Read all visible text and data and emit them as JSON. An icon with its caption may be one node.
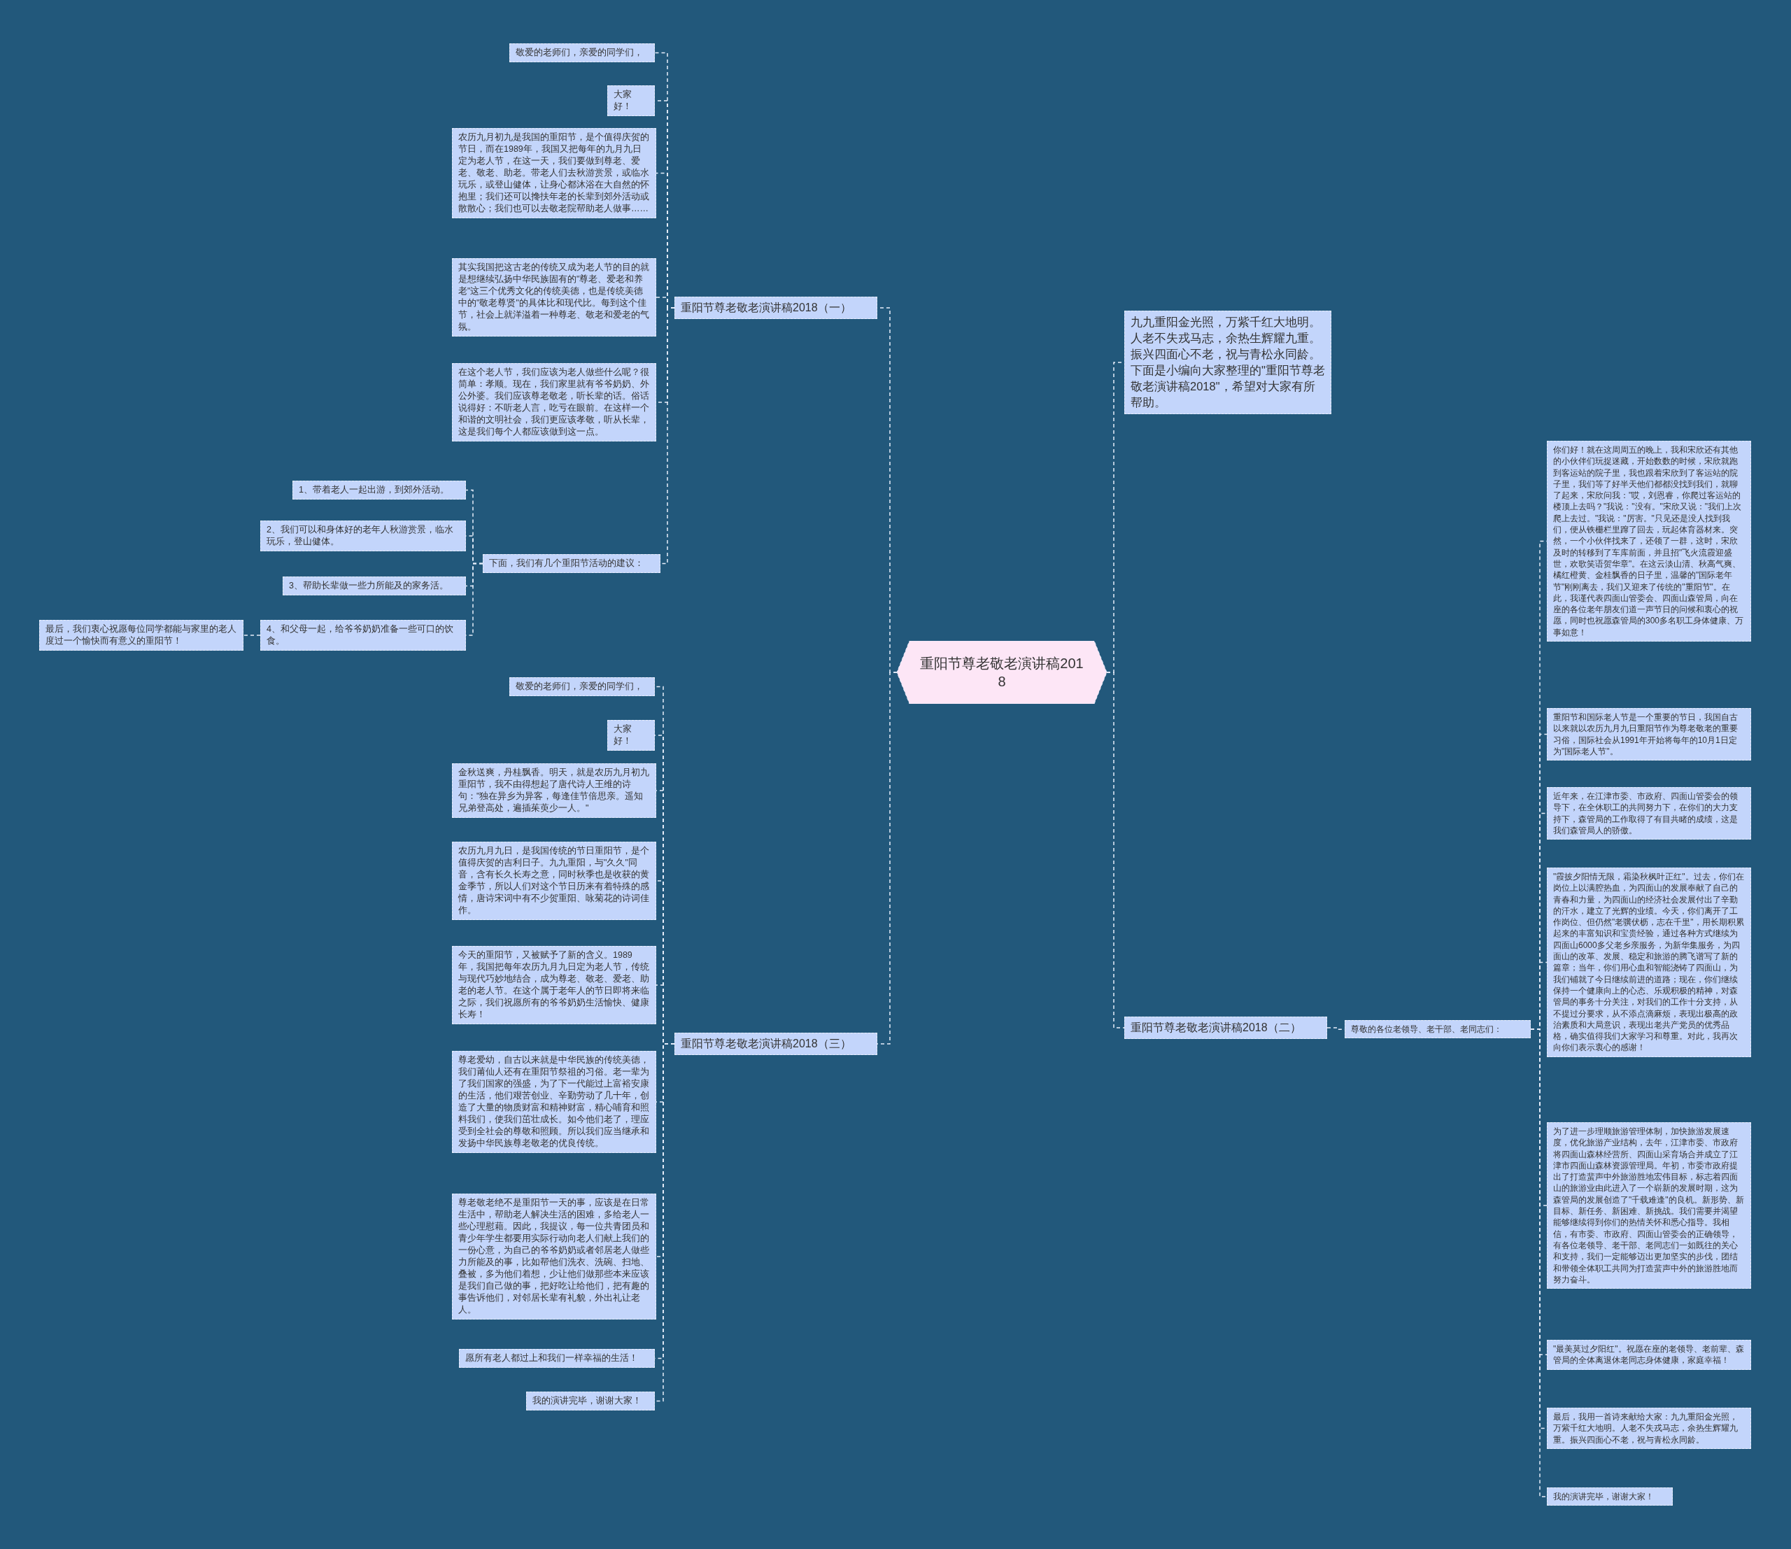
{
  "diagram": {
    "nodes": [
      {
        "text": [
          "重阳节尊老敬老演讲稿2018"
        ]
      },
      {
        "text": [
          "重阳节尊老敬老演讲稿2018（一）"
        ]
      },
      {
        "text": [
          "敬爱的老师们，亲爱的同学们，"
        ]
      },
      {
        "text": [
          "大家好！"
        ]
      },
      {
        "text": [
          "农历九月初九是我国的重阳节，是个值得庆贺的节日，而在1989年，我国又把每年的九月九日定为老人节，在这一天，我们要做到尊老、爱老、敬老、助老。带老人们去秋游赏景，或临水玩乐，或登山健体，让身心都沐浴在大自然的怀抱里；我们还可以搀扶年老的长辈到郊外活动或散散心；我们也可以去敬老院帮助老人做事……"
        ]
      },
      {
        "text": [
          "其实我国把这古老的传统又成为老人节的目的就是想继续弘扬中华民族固有的\"尊老、爱老和养老\"这三个优秀文化的传统美德，也是传统美德中的\"敬老尊贤\"的具体比和现代比。每到这个佳节，社会上就洋溢着一种尊老、敬老和爱老的气氛。"
        ]
      },
      {
        "text": [
          "在这个老人节，我们应该为老人做些什么呢？很简单：孝顺。现在，我们家里就有爷爷奶奶、外公外婆。我们应该尊老敬老，听长辈的话。俗话说得好：不听老人言，吃亏在眼前。在这样一个和谐的文明社会，我们更应该孝敬，听从长辈，这是我们每个人都应该做到这一点。"
        ]
      },
      {
        "text": [
          "下面，我们有几个重阳节活动的建议："
        ]
      },
      {
        "text": [
          "1、带着老人一起出游，到郊外活动。"
        ]
      },
      {
        "text": [
          "2、我们可以和身体好的老年人秋游赏景，临水玩乐，登山健体。"
        ]
      },
      {
        "text": [
          "3、帮助长辈做一些力所能及的家务活。"
        ]
      },
      {
        "text": [
          "4、和父母一起，给爷爷奶奶准备一些可口的饮食。"
        ]
      },
      {
        "text": [
          "最后，我们衷心祝愿每位同学都能与家里的老人度过一个愉快而有意义的重阳节！"
        ]
      },
      {
        "text": [
          "重阳节尊老敬老演讲稿2018（三）"
        ]
      },
      {
        "text": [
          "敬爱的老师们，亲爱的同学们，"
        ]
      },
      {
        "text": [
          "大家好！"
        ]
      },
      {
        "text": [
          "金秋送爽，丹桂飘香。明天，就是农历九月初九重阳节，我不由得想起了唐代诗人王维的诗句：\"独在异乡为异客，每逢佳节倍思亲。遥知兄弟登高处，遍插茱萸少一人。\""
        ]
      },
      {
        "text": [
          "农历九月九日，是我国传统的节日重阳节，是个值得庆贺的吉利日子。九九重阳，与\"久久\"同音，含有长久长寿之意，同时秋季也是收获的黄金季节，所以人们对这个节日历来有着特殊的感情，唐诗宋词中有不少贺重阳、咏菊花的诗词佳作。"
        ]
      },
      {
        "text": [
          "今天的重阳节，又被赋予了新的含义。1989年，我国把每年农历九月九日定为老人节，传统与现代巧妙地结合，成为尊老、敬老、爱老、助老的老人节。在这个属于老年人的节日即将来临之际，我们祝愿所有的爷爷奶奶生活愉快、健康长寿！"
        ]
      },
      {
        "text": [
          "尊老爱幼，自古以来就是中华民族的传统美德，我们莆仙人还有在重阳节祭祖的习俗。老一辈为了我们国家的强盛，为了下一代能过上富裕安康的生活，他们艰苦创业、辛勤劳动了几十年，创造了大量的物质财富和精神财富，精心哺育和照料我们，使我们茁壮成长。如今他们老了，理应受到全社会的尊敬和照顾。所以我们应当继承和发扬中华民族尊老敬老的优良传统。"
        ]
      },
      {
        "text": [
          "尊老敬老绝不是重阳节一天的事，应该是在日常生活中，帮助老人解决生活的困难，多给老人一些心理慰藉。因此，我提议，每一位共青团员和青少年学生都要用实际行动向老人们献上我们的一份心意，为自己的爷爷奶奶或者邻居老人做些力所能及的事，比如帮他们洗衣、洗碗、扫地、叠被，多为他们着想，少让他们做那些本来应该是我们自己做的事，把好吃让给他们，把有趣的事告诉他们，对邻居长辈有礼貌，外出礼让老人。"
        ]
      },
      {
        "text": [
          "愿所有老人都过上和我们一样幸福的生活！"
        ]
      },
      {
        "text": [
          "我的演讲完毕，谢谢大家！"
        ]
      },
      {
        "text": [
          "九九重阳金光照，万紫千红大地明。人老不失戎马志，余热生辉耀九重。振兴四面心不老，祝与青松永同龄。下面是小编向大家整理的\"重阳节尊老敬老演讲稿2018\"，希望对大家有所帮助。"
        ]
      },
      {
        "text": [
          "重阳节尊老敬老演讲稿2018（二）"
        ]
      },
      {
        "text": [
          "尊敬的各位老领导、老干部、老同志们："
        ]
      },
      {
        "text": [
          "你们好！就在这周周五的晚上，我和宋欣还有其他的小伙伴们玩捉迷藏，开始数数的时候，宋欣就跑到客运站的院子里，我也跟着宋欣到了客运站的院子里，我们等了好半天他们都都没找到我们，就聊了起来，宋欣问我：\"哎，刘恩睿，你爬过客运站的楼顶上去吗？\"我说：\"没有。\"宋欣又说：\"我们上次爬上去过。\"我说：\"厉害。\"只见还是没人找到我们，便从铁栅栏里蹿了回去，玩起体育器材来。突然，一个小伙伴找来了，还领了一群，这时，宋欣及时的转移到了车库前面，并且招\"飞火流霞迎盛世，欢歌笑语贺华章\"。在这云淡山清、秋高气爽、橘红橙黄、金桂飘香的日子里，温馨的\"国际老年节\"刚刚离去，我们又迎来了传统的\"重阳节\"。在此，我谨代表四面山管委会、四面山森管局，向在座的各位老年朋友们道一声节日的问候和衷心的祝愿，同时也祝愿森管局的300多名职工身体健康、万事如意！"
        ]
      },
      {
        "text": [
          "重阳节和国际老人节是一个重要的节日，我国自古以来就以农历九月九日重阳节作为尊老敬老的重要习俗，国际社会从1991年开始将每年的10月1日定为\"国际老人节\"。"
        ]
      },
      {
        "text": [
          "近年来，在江津市委、市政府、四面山管委会的领导下，在全休职工的共同努力下，在你们的大力支持下，森管局的工作取得了有目共睹的成绩，这是我们森管局人的骄傲。"
        ]
      },
      {
        "text": [
          "\"霞披夕阳情无限，霜染秋枫叶正红\"。过去，你们在岗位上以满腔热血，为四面山的发展奉献了自己的青春和力量，为四面山的经济社会发展付出了辛勤的汗水，建立了光辉的业绩。今天，你们离开了工作岗位、但仍然\"老骥伏枥，志在千里\"，用长期积累起来的丰富知识和宝贵经验，通过各种方式继续为四面山6000多父老乡亲服务，为新华集服务，为四面山的改革、发展、稳定和旅游的腾飞谱写了新的篇章；当年，你们用心血和智能浇铸了四面山，为我们铺就了今日继续前进的道路；现在，你们继续保持一个健康向上的心态、乐观积极的精神，对森管局的事务十分关注，对我们的工作十分支持，从不提过分要求，从不添点滴麻烦，表现出极高的政治素质和大局意识，表现出老共产党员的优秀品格，确实值得我们大家学习和尊重。对此，我再次向你们表示衷心的感谢！"
        ]
      },
      {
        "text": [
          "为了进一步理顺旅游管理体制，加快旅游发展速度，优化旅游产业结构，去年，江津市委、市政府将四面山森林经营所、四面山采育场合并成立了江津市四面山森林资源管理局。年初，市委市政府提出了打造蜚声中外旅游胜地宏伟目标，标志着四面山的旅游业由此进入了一个崭新的发展时期，这为森管局的发展创造了\"千载难逢\"的良机。新形势、新目标、新任务、新困难、新挑战。我们需要并渴望能够继续得到你们的热情关怀和悉心指导。我相信，有市委、市政府、四面山管委会的正确领导，有各位老领导、老干部、老同志们一如既往的关心和支持，我们一定能够迈出更加坚实的步伐，团结和带领全体职工共同为打造蜚声中外的旅游胜地而努力奋斗。"
        ]
      },
      {
        "text": [
          "\"最美莫过夕阳红\"。祝愿在座的老领导、老前辈、森管局的全体离退休老同志身体健康，家庭幸福！"
        ]
      },
      {
        "text": [
          "最后，我用一首诗来献给大家：九九重阳金光照，万紫千红大地明。人老不失戎马志，余热生辉耀九重。振兴四面心不老，祝与青松永同龄。"
        ]
      },
      {
        "text": [
          "我的演讲完毕，谢谢大家！"
        ]
      }
    ],
    "edges": [
      {
        "from": 0,
        "to": 1,
        "arrow": "none"
      },
      {
        "from": 1,
        "to": 2,
        "arrow": "none"
      },
      {
        "from": 1,
        "to": 3,
        "arrow": "none"
      },
      {
        "from": 1,
        "to": 4,
        "arrow": "none"
      },
      {
        "from": 1,
        "to": 5,
        "arrow": "none"
      },
      {
        "from": 1,
        "to": 6,
        "arrow": "none"
      },
      {
        "from": 1,
        "to": 7,
        "arrow": "none"
      },
      {
        "from": 7,
        "to": 8,
        "arrow": "none"
      },
      {
        "from": 7,
        "to": 9,
        "arrow": "none"
      },
      {
        "from": 7,
        "to": 10,
        "arrow": "none"
      },
      {
        "from": 7,
        "to": 11,
        "arrow": "none"
      },
      {
        "from": 11,
        "to": 12,
        "arrow": "none"
      },
      {
        "from": 0,
        "to": 13,
        "arrow": "none"
      },
      {
        "from": 13,
        "to": 14,
        "arrow": "none"
      },
      {
        "from": 13,
        "to": 15,
        "arrow": "none"
      },
      {
        "from": 13,
        "to": 16,
        "arrow": "none"
      },
      {
        "from": 13,
        "to": 17,
        "arrow": "none"
      },
      {
        "from": 13,
        "to": 18,
        "arrow": "none"
      },
      {
        "from": 13,
        "to": 19,
        "arrow": "none"
      },
      {
        "from": 13,
        "to": 20,
        "arrow": "none"
      },
      {
        "from": 13,
        "to": 21,
        "arrow": "none"
      },
      {
        "from": 13,
        "to": 22,
        "arrow": "none"
      },
      {
        "from": 0,
        "to": 23,
        "arrow": "none"
      },
      {
        "from": 0,
        "to": 24,
        "arrow": "none"
      },
      {
        "from": 24,
        "to": 25,
        "arrow": "none"
      },
      {
        "from": 25,
        "to": 26,
        "arrow": "none"
      },
      {
        "from": 25,
        "to": 27,
        "arrow": "none"
      },
      {
        "from": 25,
        "to": 28,
        "arrow": "none"
      },
      {
        "from": 25,
        "to": 29,
        "arrow": "none"
      },
      {
        "from": 25,
        "to": 30,
        "arrow": "none"
      },
      {
        "from": 25,
        "to": 31,
        "arrow": "none"
      },
      {
        "from": 25,
        "to": 32,
        "arrow": "none"
      },
      {
        "from": 25,
        "to": 33,
        "arrow": "none"
      }
    ]
  }
}
